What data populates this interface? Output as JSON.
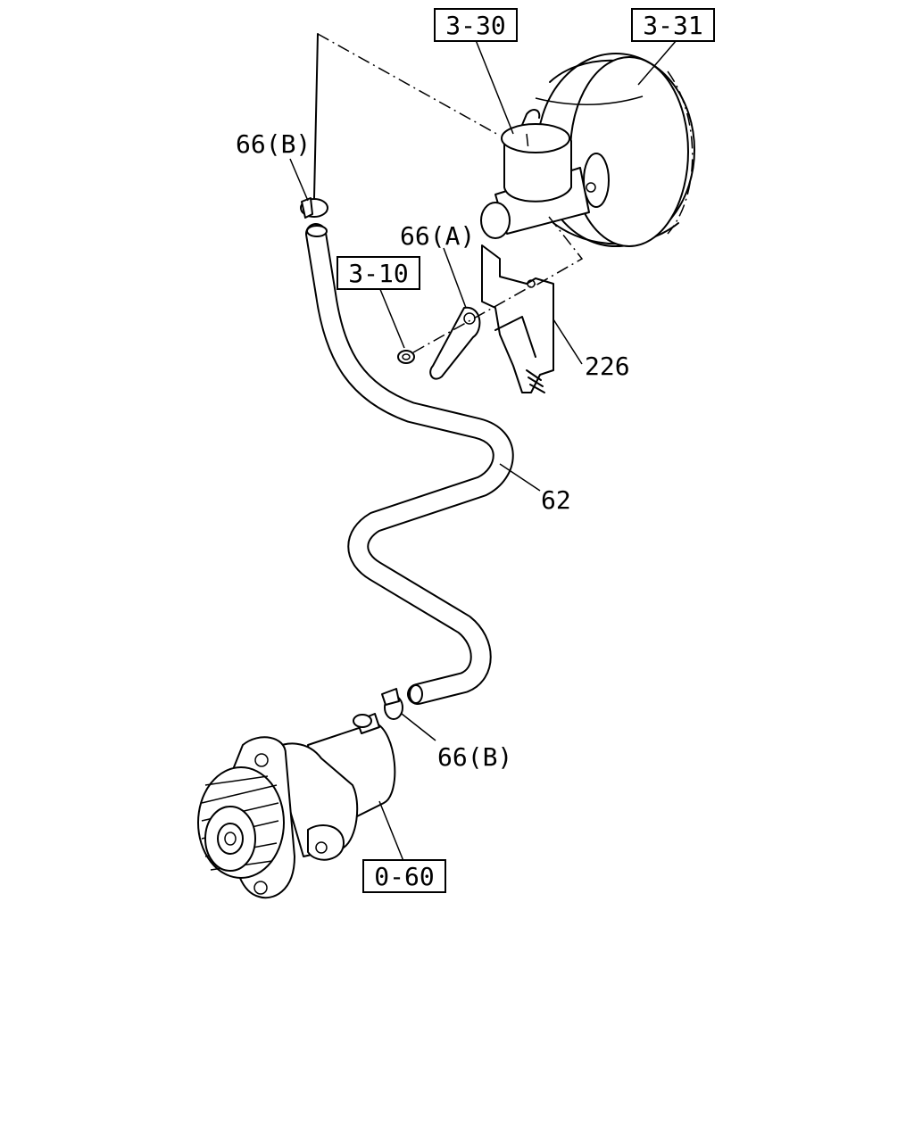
{
  "labels": {
    "ref_3_30": "3-30",
    "ref_3_31": "3-31",
    "ref_3_10": "3-10",
    "ref_0_60": "0-60",
    "clip_66b_top": "66(B)",
    "clip_66a": "66(A)",
    "clip_66b_bottom": "66(B)",
    "hose_62": "62",
    "bracket_226": "226"
  }
}
